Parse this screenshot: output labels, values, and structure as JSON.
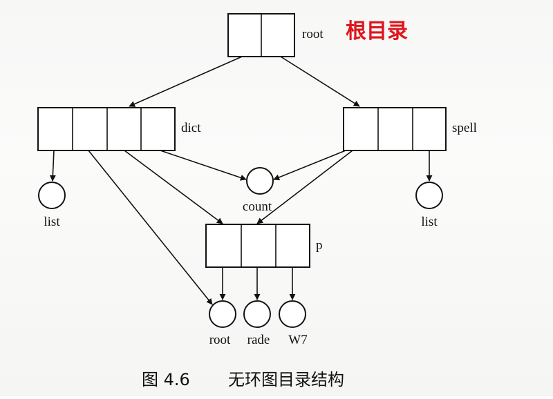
{
  "directories": {
    "root": "root",
    "dict": "dict",
    "spell": "spell",
    "p": "p"
  },
  "files": {
    "dict_list": "list",
    "spell_list": "list",
    "count": "count",
    "p_root": "root",
    "p_rade": "rade",
    "p_w7": "W7"
  },
  "annotation": "根目录",
  "caption": {
    "figure": "图 4.6",
    "title": "无环图目录结构"
  },
  "colors": {
    "ink": "#111111",
    "annotation": "#e0141c"
  }
}
